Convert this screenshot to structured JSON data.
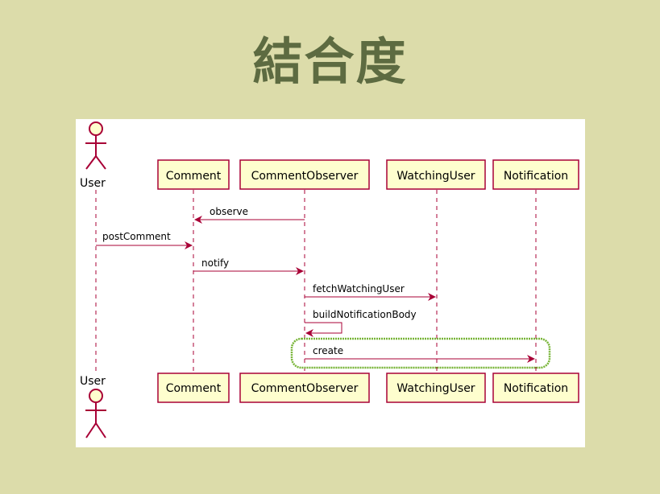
{
  "slide": {
    "title": "結合度"
  },
  "diagram": {
    "actor_label": "User",
    "participants": [
      "Comment",
      "CommentObserver",
      "WatchingUser",
      "Notification"
    ],
    "messages": [
      {
        "label": "observe",
        "from": "CommentObserver",
        "to": "Comment"
      },
      {
        "label": "postComment",
        "from": "User",
        "to": "Comment"
      },
      {
        "label": "notify",
        "from": "Comment",
        "to": "CommentObserver"
      },
      {
        "label": "fetchWatchingUser",
        "from": "CommentObserver",
        "to": "WatchingUser"
      },
      {
        "label": "buildNotificationBody",
        "from": "CommentObserver",
        "to": "CommentObserver"
      },
      {
        "label": "create",
        "from": "CommentObserver",
        "to": "Notification",
        "highlighted": true
      }
    ],
    "colors": {
      "participant_fill": "#fefece",
      "participant_border": "#a80036",
      "arrow": "#a80036",
      "highlight": "#77b436"
    }
  }
}
